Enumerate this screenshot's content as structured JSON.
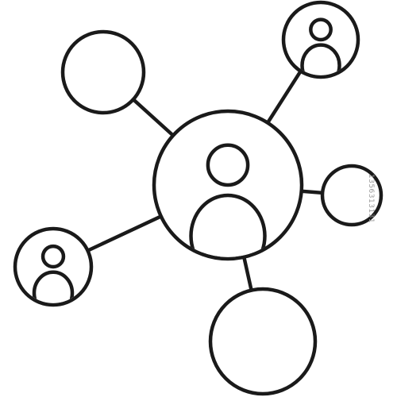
{
  "diagram": {
    "stroke_color": "#1a1a1a",
    "background_color": "#ffffff",
    "nodes": [
      {
        "id": "center",
        "kind": "person"
      },
      {
        "id": "top-left",
        "kind": "empty"
      },
      {
        "id": "top-right",
        "kind": "person"
      },
      {
        "id": "right",
        "kind": "empty"
      },
      {
        "id": "bottom",
        "kind": "empty"
      },
      {
        "id": "left",
        "kind": "person"
      }
    ],
    "edges": [
      {
        "from": "center",
        "to": "top-left"
      },
      {
        "from": "center",
        "to": "top-right"
      },
      {
        "from": "center",
        "to": "right"
      },
      {
        "from": "center",
        "to": "bottom"
      },
      {
        "from": "center",
        "to": "left"
      }
    ]
  },
  "watermark": {
    "id_text": "1356313131"
  }
}
